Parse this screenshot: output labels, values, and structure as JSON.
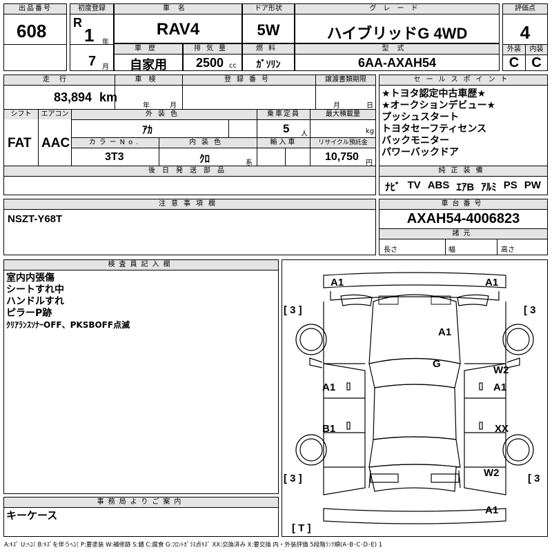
{
  "header": {
    "lot_label": "出品番号",
    "lot_value": "608",
    "first_reg_label": "初度登録",
    "era": "R",
    "year_value": "1",
    "year_unit": "年",
    "month_value": "7",
    "month_unit": "月",
    "model_label": "車名",
    "model_value": "RAV4",
    "doors_label": "ドア形状",
    "doors_value": "5W",
    "grade_label": "グレード",
    "grade_value": "ハイブリッドG 4WD",
    "score_label": "評価点",
    "score_value": "4",
    "history_label": "車歴",
    "history_value": "自家用",
    "displacement_label": "排気量",
    "displacement_value": "2500",
    "displacement_unit": "cc",
    "fuel_label": "燃料",
    "fuel_value": "ｶﾞｿﾘﾝ",
    "type_label": "型式",
    "type_value": "6AA-AXAH54",
    "ext_label": "外装",
    "ext_value": "C",
    "int_label": "内装",
    "int_value": "C"
  },
  "row2": {
    "mileage_label": "走行",
    "mileage_value": "83,894",
    "mileage_unit": "km",
    "inspection_label": "車検",
    "year_unit": "年",
    "month_unit": "月",
    "plate_label": "登録番号",
    "transfer_label": "譲渡書類期限",
    "transfer_month": "月",
    "transfer_day": "日",
    "shift_label": "シフト",
    "shift_value": "FAT",
    "ac_label": "エアコン",
    "ac_value": "AAC",
    "color_label": "外装色",
    "color_value": "ｱｶ",
    "capacity_label": "乗車定員",
    "capacity_value": "5",
    "capacity_unit": "人",
    "load_label": "最大積載量",
    "load_unit": "kg",
    "color_no_label": "カラーNo.",
    "color_no_value": "3T3",
    "interior_label": "内装色",
    "interior_value": "ｸﾛ",
    "interior_unit": "系",
    "import_label": "輸入車",
    "recycle_label": "リサイクル預託金",
    "recycle_value": "10,750",
    "recycle_unit": "円",
    "later_label": "後日発送部品"
  },
  "sales": {
    "label": "セールスポイント",
    "items": [
      "★トヨタ認定中古車歴★",
      "★オークションデビュー★",
      "プッシュスタート",
      "トヨタセーフティセンス",
      "バックモニター",
      "パワーバックドア"
    ]
  },
  "equipment": {
    "label": "純正装備",
    "items": [
      "ﾅﾋﾞ",
      "TV",
      "ABS",
      "ｴｱB",
      "ｱﾙﾐ",
      "PS",
      "PW"
    ]
  },
  "notes": {
    "label": "注意事項欄",
    "value": "NSZT-Y68T"
  },
  "chassis": {
    "label": "車台番号",
    "value": "AXAH54-4006823",
    "dims_label": "諸元",
    "length_label": "長さ",
    "width_label": "幅",
    "height_label": "高さ"
  },
  "inspector": {
    "label": "検査員記入欄",
    "lines": [
      "室内内張傷",
      "シートすれ中",
      "ハンドルすれ",
      "ピラーP跡",
      "ｸﾘｱﾗﾝｽｿﾅｰOFF、PKSBOFF点滅"
    ]
  },
  "office": {
    "label": "事務局よりご案内",
    "value": "キーケース"
  },
  "diagram": {
    "marks": {
      "front_left": "A1",
      "front_right": "A1",
      "tire_fl": "3",
      "tire_fr": "3",
      "tire_rl": "3",
      "tire_rr": "3",
      "bonnet": "A1",
      "windshield": "G",
      "right_front_fender": "W2",
      "right_front_door": "A1",
      "left_front_door": "A1",
      "left_rear_door": "B1",
      "right_rear_door": "XX",
      "right_rear_fender": "W2",
      "rear": "A1",
      "spare": "T"
    }
  },
  "legend": "A:ｷｽﾞ U:ﾍｺﾐ B:ｷｽﾞを伴うﾍｺﾐ P:要塗装 W:補修跡 S:錆 C:腐食 G:ﾌﾛﾝﾄｶﾞﾗｽ点ｷｽﾞ XX:交換済み X:要交換 内・外装評価 5段階ﾗﾝｸ順(A･B･C･D･E) 1"
}
